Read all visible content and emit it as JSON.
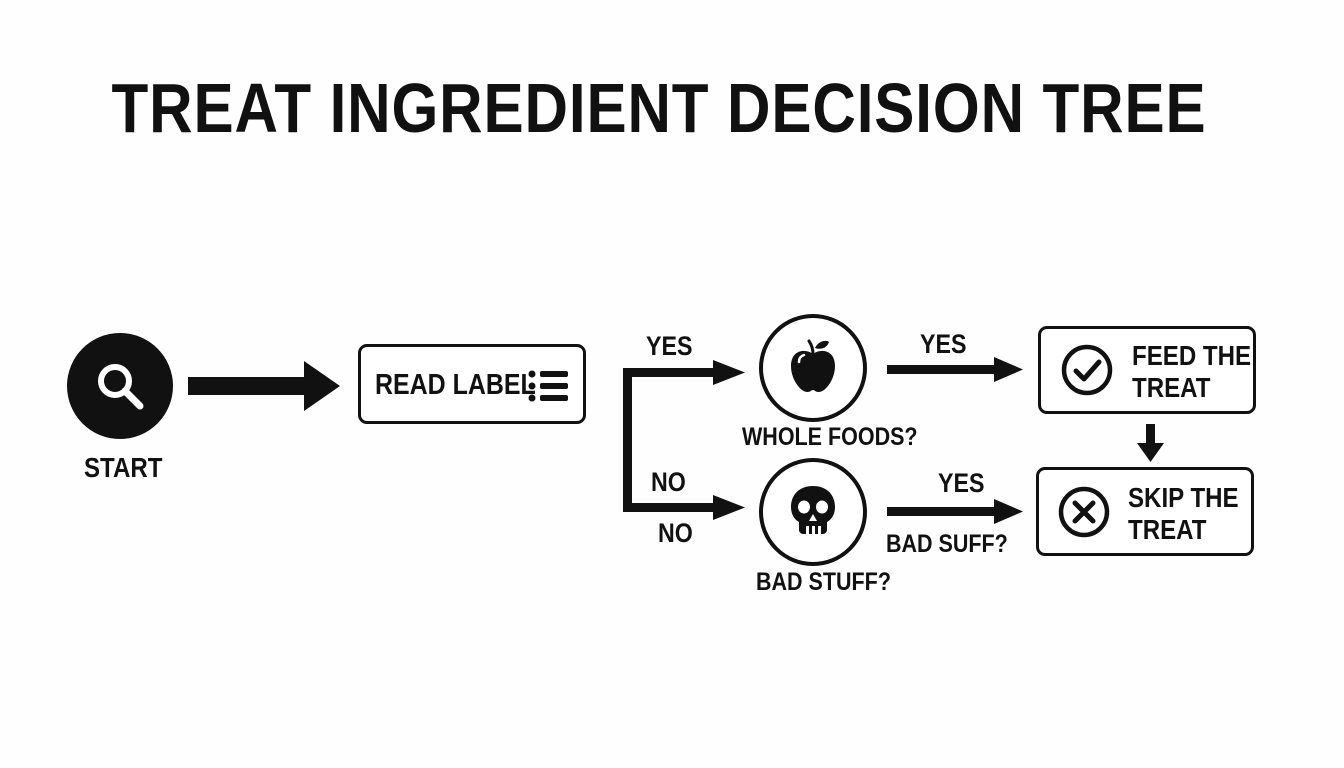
{
  "title": "TREAT INGREDIENT DECISION TREE",
  "start": {
    "label": "START",
    "icon": "magnifier-icon"
  },
  "read_label": {
    "label": "READ LABEL",
    "icon": "list-icon"
  },
  "branch": {
    "yes_label": "YES",
    "no_label_top": "NO",
    "no_label_bottom": "NO"
  },
  "whole_foods": {
    "question": "WHOLE FOODS?",
    "icon": "apple-icon",
    "yes_label": "YES"
  },
  "bad_stuff": {
    "question": "BAD STUFF?",
    "icon": "skull-icon",
    "yes_label": "YES",
    "arrow_caption": "BAD SUFF?"
  },
  "feed": {
    "line1": "FEED THE",
    "line2": "TREAT",
    "icon": "check-circle-icon"
  },
  "skip": {
    "line1": "SKIP THE",
    "line2": "TREAT",
    "icon": "x-circle-icon"
  },
  "colors": {
    "ink": "#111111",
    "background": "#fefefe"
  }
}
